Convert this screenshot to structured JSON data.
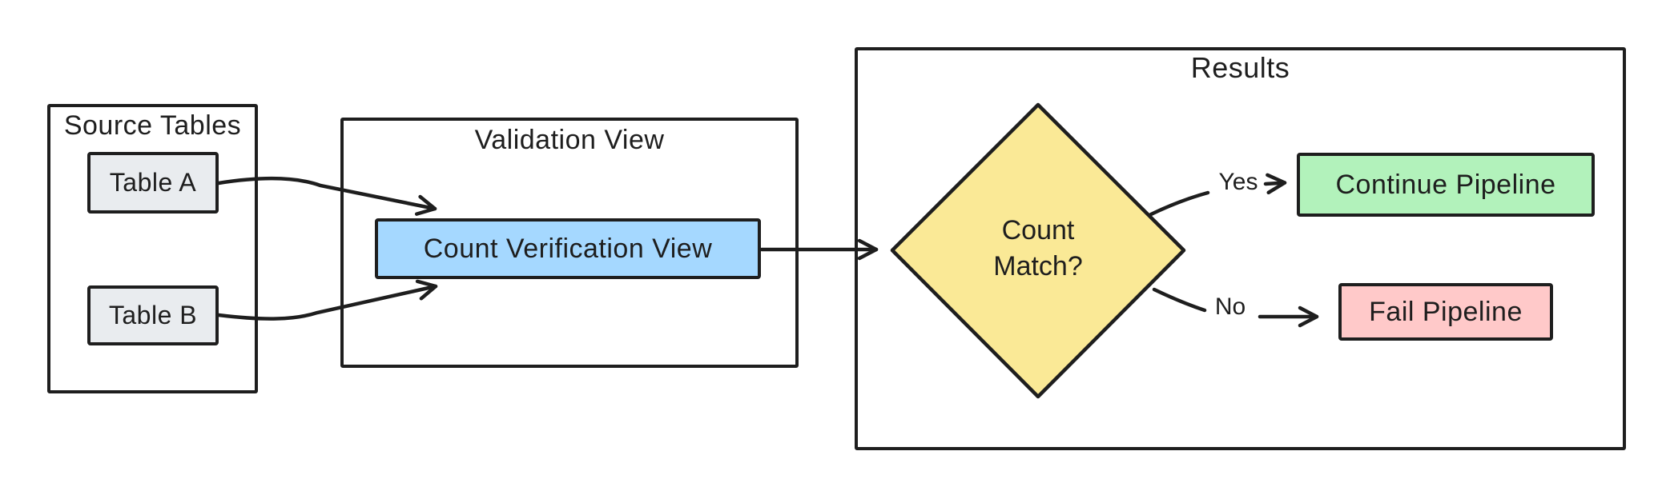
{
  "containers": {
    "source_tables": {
      "title": "Source Tables"
    },
    "validation_view": {
      "title": "Validation View"
    },
    "results": {
      "title": "Results"
    }
  },
  "nodes": {
    "table_a": {
      "label": "Table A",
      "fill": "#e9ecef"
    },
    "table_b": {
      "label": "Table B",
      "fill": "#e9ecef"
    },
    "count_verification_view": {
      "label": "Count Verification View",
      "fill": "#a5d8ff"
    },
    "count_match": {
      "line1": "Count",
      "line2": "Match?",
      "fill": "#fae996"
    },
    "continue_pipeline": {
      "label": "Continue Pipeline",
      "fill": "#b2f2bb"
    },
    "fail_pipeline": {
      "label": "Fail Pipeline",
      "fill": "#ffc9c9"
    }
  },
  "edges": [
    {
      "from": "table_a",
      "to": "count_verification_view",
      "label": ""
    },
    {
      "from": "table_b",
      "to": "count_verification_view",
      "label": ""
    },
    {
      "from": "count_verification_view",
      "to": "count_match",
      "label": ""
    },
    {
      "from": "count_match",
      "to": "continue_pipeline",
      "label": "Yes"
    },
    {
      "from": "count_match",
      "to": "fail_pipeline",
      "label": "No"
    }
  ],
  "colors": {
    "stroke": "#1e1e1e",
    "background": "#ffffff"
  }
}
